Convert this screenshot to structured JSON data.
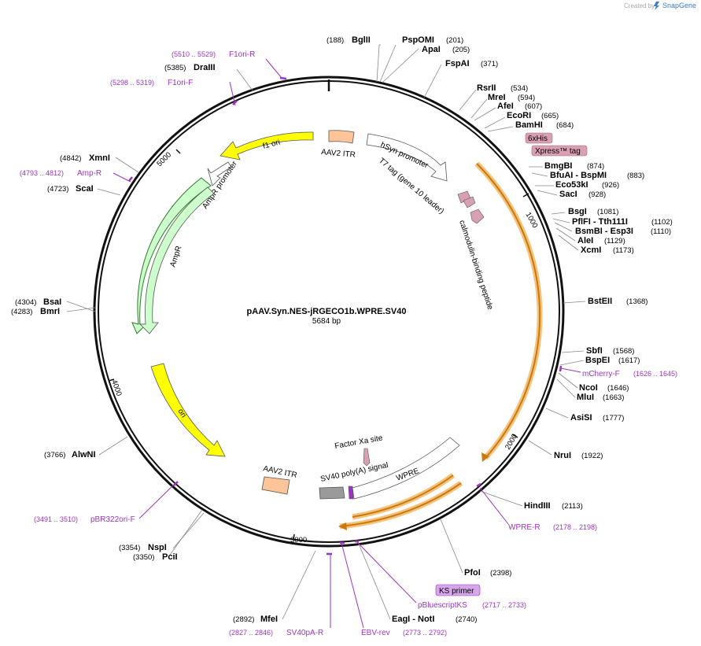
{
  "credit": {
    "prefix": "Created by",
    "brand": "SnapGene"
  },
  "plasmid": {
    "name": "pAAV.Syn.NES-jRGECO1b.WPRE.SV40",
    "length_label": "5684 bp"
  },
  "ticks": [
    "1000",
    "2000",
    "3000",
    "4000",
    "5000"
  ],
  "sites": [
    {
      "name": "BglII",
      "pos": "(188)"
    },
    {
      "name": "PspOMI",
      "pos": "(201)"
    },
    {
      "name": "ApaI",
      "pos": "(205)"
    },
    {
      "name": "FspAI",
      "pos": "(371)"
    },
    {
      "name": "RsrII",
      "pos": "(534)"
    },
    {
      "name": "MreI",
      "pos": "(594)"
    },
    {
      "name": "AfeI",
      "pos": "(607)"
    },
    {
      "name": "EcoRI",
      "pos": "(665)"
    },
    {
      "name": "BamHI",
      "pos": "(684)"
    },
    {
      "name": "BmgBI",
      "pos": "(874)"
    },
    {
      "name": "BfuAI - BspMI",
      "pos": "(883)"
    },
    {
      "name": "Eco53kI",
      "pos": "(926)"
    },
    {
      "name": "SacI",
      "pos": "(928)"
    },
    {
      "name": "BsgI",
      "pos": "(1081)"
    },
    {
      "name": "PflFI - Tth111I",
      "pos": "(1102)"
    },
    {
      "name": "BsmBI - Esp3I",
      "pos": "(1110)"
    },
    {
      "name": "AleI",
      "pos": "(1129)"
    },
    {
      "name": "XcmI",
      "pos": "(1173)"
    },
    {
      "name": "BstEII",
      "pos": "(1368)"
    },
    {
      "name": "SbfI",
      "pos": "(1568)"
    },
    {
      "name": "BspEI",
      "pos": "(1617)"
    },
    {
      "name": "NcoI",
      "pos": "(1646)"
    },
    {
      "name": "MluI",
      "pos": "(1663)"
    },
    {
      "name": "AsiSI",
      "pos": "(1777)"
    },
    {
      "name": "NruI",
      "pos": "(1922)"
    },
    {
      "name": "HindIII",
      "pos": "(2113)"
    },
    {
      "name": "PfoI",
      "pos": "(2398)"
    },
    {
      "name": "EagI - NotI",
      "pos": "(2740)"
    },
    {
      "name": "MfeI",
      "pos": "(2892)"
    },
    {
      "name": "NspI",
      "pos": "(3354)"
    },
    {
      "name": "PciI",
      "pos": "(3350)"
    },
    {
      "name": "AlwNI",
      "pos": "(3766)"
    },
    {
      "name": "BmrI",
      "pos": "(4283)"
    },
    {
      "name": "BsaI",
      "pos": "(4304)"
    },
    {
      "name": "ScaI",
      "pos": "(4723)"
    },
    {
      "name": "XmnI",
      "pos": "(4842)"
    },
    {
      "name": "DraIII",
      "pos": "(5385)"
    }
  ],
  "primers": [
    {
      "name": "F1ori-R",
      "pos": "(5510 .. 5529)"
    },
    {
      "name": "F1ori-F",
      "pos": "(5298 .. 5319)"
    },
    {
      "name": "Amp-R",
      "pos": "(4793 .. 4812)"
    },
    {
      "name": "mCherry-F",
      "pos": "(1626 .. 1645)"
    },
    {
      "name": "WPRE-R",
      "pos": "(2178 .. 2198)"
    },
    {
      "name": "pBluescriptKS",
      "pos": "(2717 .. 2733)"
    },
    {
      "name": "EBV-rev",
      "pos": "(2773 .. 2792)"
    },
    {
      "name": "SV40pA-R",
      "pos": "(2827 .. 2846)"
    },
    {
      "name": "pBR322ori-F",
      "pos": "(3491 .. 3510)"
    }
  ],
  "tags": {
    "his": "6xHis",
    "xpress": "Xpress™ tag",
    "ks": "KS primer"
  },
  "features": {
    "itr_top": "AAV2 ITR",
    "hsyn": "hSyn promoter",
    "t7": "T7 tag (gene 10 leader)",
    "calmodulin": "calmodulin-binding peptide",
    "f1ori": "f1 ori",
    "ampr_promoter": "AmpR promoter",
    "ampr": "AmpR",
    "ori": "ori",
    "itr_bottom": "AAV2 ITR",
    "factor_xa": "Factor Xa site",
    "sv40pa": "SV40 poly(A) signal",
    "wpre": "WPRE"
  },
  "colors": {
    "backbone": "#111111",
    "insert_highlight": "#f6c27a",
    "insert_arrow": "#c8790f",
    "ori_yellow": "#ffff00",
    "ampr_green": "#ccffcc",
    "itr_peach": "#ffc497",
    "tag_pink": "#d9a0b4",
    "primer_purple": "#9b34c4",
    "sv40_gray": "#9a9a9a"
  }
}
